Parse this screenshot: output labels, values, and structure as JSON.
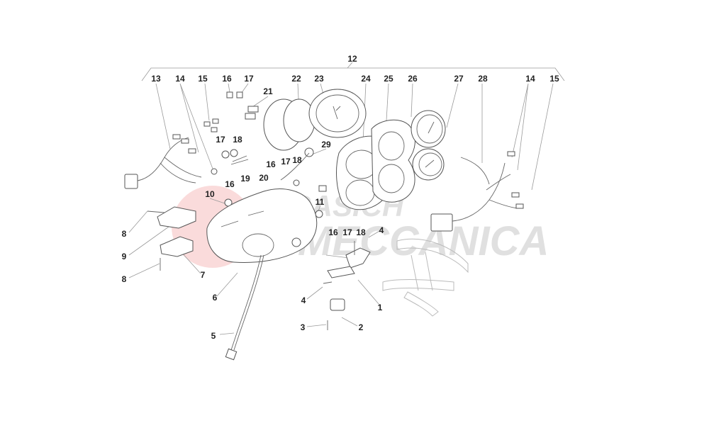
{
  "diagram": {
    "watermark_text": [
      "BRASICH",
      "MECCANICA"
    ],
    "colors": {
      "watermark_logo": "#e02020",
      "watermark_text": "#c8c8c8",
      "lines": "#555555",
      "labels": "#222222"
    },
    "labels": [
      {
        "text": "12"
      },
      {
        "text": "13"
      },
      {
        "text": "14"
      },
      {
        "text": "15"
      },
      {
        "text": "16"
      },
      {
        "text": "17"
      },
      {
        "text": "21"
      },
      {
        "text": "22"
      },
      {
        "text": "23"
      },
      {
        "text": "24"
      },
      {
        "text": "25"
      },
      {
        "text": "26"
      },
      {
        "text": "27"
      },
      {
        "text": "28"
      },
      {
        "text": "14"
      },
      {
        "text": "15"
      },
      {
        "text": "17"
      },
      {
        "text": "18"
      },
      {
        "text": "29"
      },
      {
        "text": "16"
      },
      {
        "text": "17"
      },
      {
        "text": "18"
      },
      {
        "text": "20"
      },
      {
        "text": "16"
      },
      {
        "text": "19"
      },
      {
        "text": "10"
      },
      {
        "text": "11"
      },
      {
        "text": "8"
      },
      {
        "text": "9"
      },
      {
        "text": "8"
      },
      {
        "text": "7"
      },
      {
        "text": "6"
      },
      {
        "text": "5"
      },
      {
        "text": "16"
      },
      {
        "text": "17"
      },
      {
        "text": "18"
      },
      {
        "text": "4"
      },
      {
        "text": "4"
      },
      {
        "text": "1"
      },
      {
        "text": "3"
      },
      {
        "text": "2"
      }
    ]
  }
}
